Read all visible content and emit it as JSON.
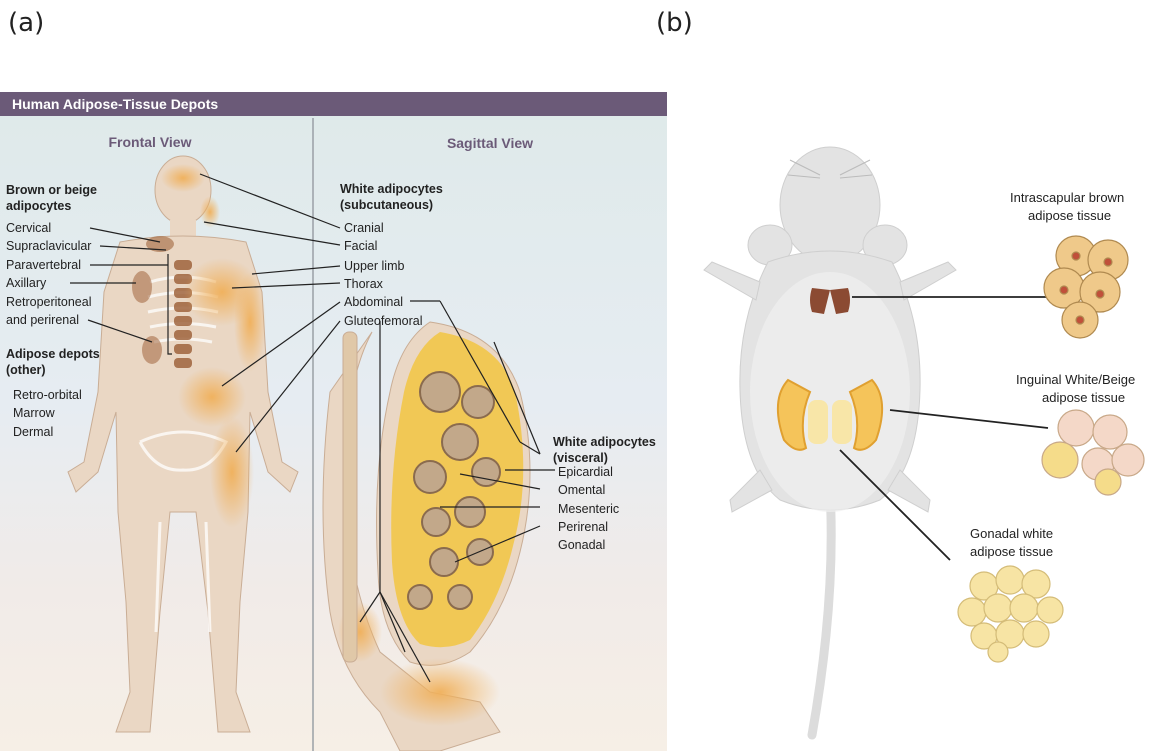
{
  "panels": {
    "a": "(a)",
    "b": "(b)"
  },
  "human": {
    "title": "Human Adipose-Tissue Depots",
    "frontal_view": "Frontal View",
    "sagittal_view": "Sagittal View",
    "brown_heading": [
      "Brown or beige",
      "adipocytes"
    ],
    "brown_items": [
      "Cervical",
      "Supraclavicular",
      "Paravertebral",
      "Axillary",
      "Retroperitoneal",
      "and perirenal"
    ],
    "other_heading": [
      "Adipose depots",
      "(other)"
    ],
    "other_items": [
      "Retro-orbital",
      "Marrow",
      "Dermal"
    ],
    "subcut_heading": [
      "White adipocytes",
      "(subcutaneous)"
    ],
    "subcut_items": [
      "Cranial",
      "Facial",
      "Upper limb",
      "Thorax",
      "Abdominal",
      "Gluteofemoral"
    ],
    "visceral_heading": [
      "White adipocytes",
      "(visceral)"
    ],
    "visceral_items": [
      "Epicardial",
      "Omental",
      "Mesenteric",
      "Perirenal",
      "Gonadal"
    ]
  },
  "mouse": {
    "intrascapular": [
      "Intrascapular brown",
      "adipose tissue"
    ],
    "inguinal": [
      "Inguinal White/Beige",
      "adipose tissue"
    ],
    "gonadal": [
      "Gonadal white",
      "adipose tissue"
    ]
  },
  "colors": {
    "title_bar": "#6b5a78",
    "fat": "#f0b05a",
    "brown_fat": "#8b4a32",
    "body": "#ead7c4"
  }
}
